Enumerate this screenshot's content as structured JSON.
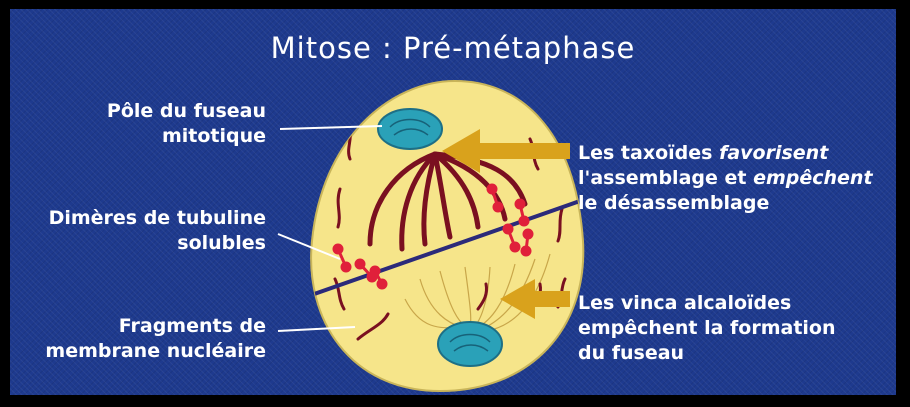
{
  "title": "Mitose : Pré-métaphase",
  "labels": {
    "pole": [
      "Pôle du fuseau",
      "mitotique"
    ],
    "dimeres": [
      "Dimères de tubuline",
      "solubles"
    ],
    "fragments": [
      "Fragments de",
      "membrane nucléaire"
    ]
  },
  "notes": {
    "taxoides": {
      "line1_a": "Les taxoïdes ",
      "line1_b": "favorisent",
      "line2_a": "l'assemblage et ",
      "line2_b": "empêchent",
      "line3": "le désassemblage"
    },
    "vinca": [
      "Les vinca alcaloïdes",
      "empêchent la formation",
      "du fuseau"
    ]
  },
  "colors": {
    "background": "#1e3a8e",
    "cell": "#f6e58a",
    "pole": "#2aa1b8",
    "chromosome": "#7a1020",
    "dimer": "#e0203a",
    "arrow": "#d9a21c",
    "spindle_line": "#2b2a7a"
  }
}
